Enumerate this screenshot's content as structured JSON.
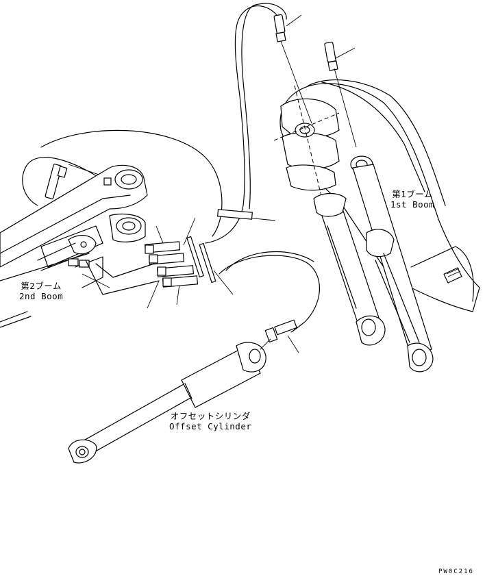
{
  "labels": {
    "first_boom_jp": "第1ブーム",
    "first_boom_en": "1st Boom",
    "second_boom_jp": "第2ブーム",
    "second_boom_en": "2nd Boom",
    "offset_cylinder_jp": "オフセットシリンダ",
    "offset_cylinder_en": "Offset Cylinder"
  },
  "drawing_code": "PW0C216"
}
